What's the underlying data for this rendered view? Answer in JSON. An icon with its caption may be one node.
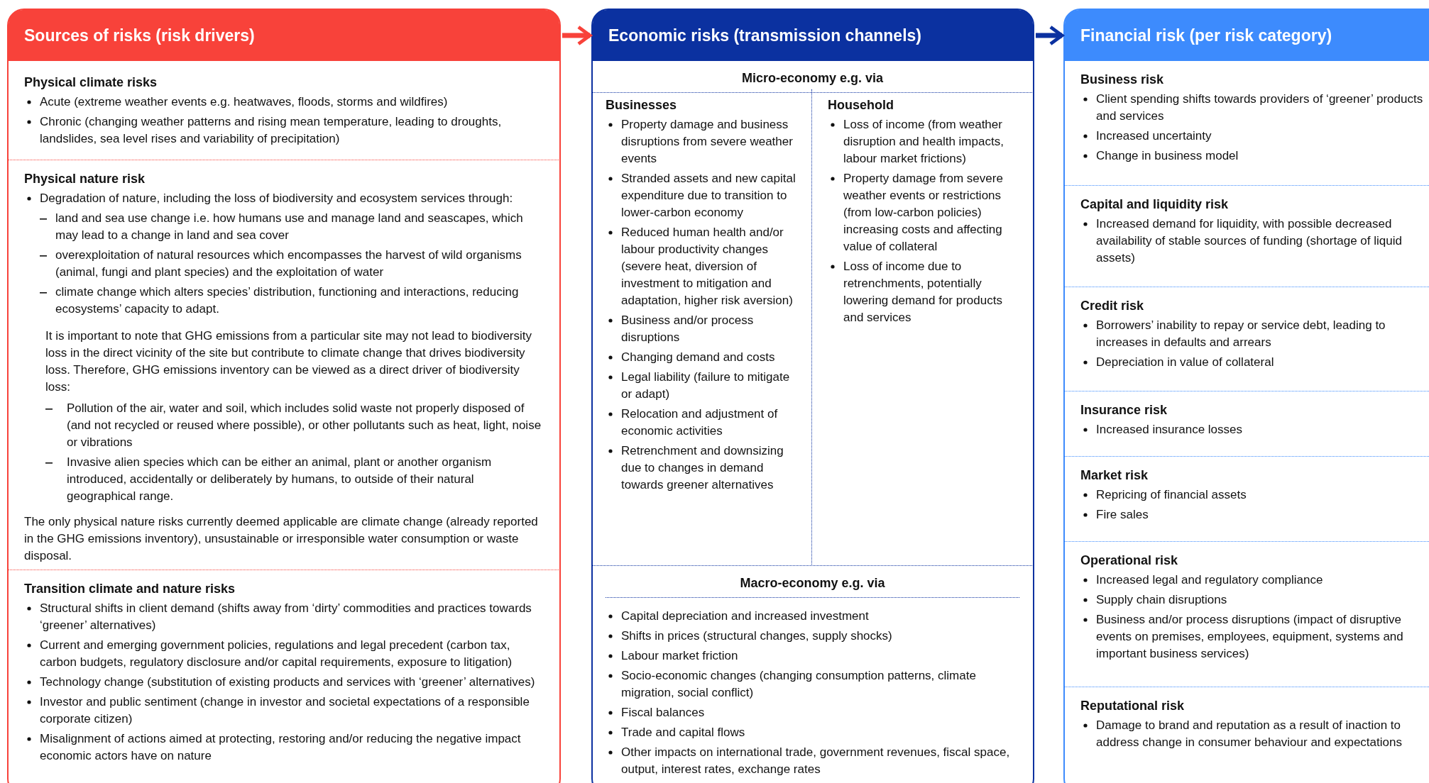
{
  "diagram": {
    "nodes": [
      {
        "text": [
          "Sources of risks (risk drivers)"
        ]
      },
      {
        "text": [
          "Physical climate risks",
          "Acute (extreme weather events e.g. heatwaves, floods, storms and wildfires)",
          "Chronic (changing weather patterns and rising mean temperature, leading to droughts, landslides, sea level rises and variability of precipitation)"
        ],
        "in": 0
      },
      {
        "text": [
          "Physical nature risk",
          "Degradation of nature, including the loss of biodiversity and ecosystem services through:",
          "land and sea use change i.e. how humans use and manage land and seascapes, which may lead to a change in land and sea cover",
          "overexploitation of natural resources which encompasses the harvest of wild organisms (animal, fungi and plant species) and the exploitation of water",
          "climate change which alters species’ distribution, functioning and interactions, reducing ecosystems’ capacity to adapt.",
          "It is important to note that GHG emissions from a particular site may not lead to biodiversity loss in the direct vicinity of the site but contribute to climate change that drives biodiversity loss. Therefore, GHG emissions inventory can be viewed as a direct driver of biodiversity loss:",
          "Pollution of the air, water and soil, which includes solid waste not properly disposed of (and not recycled or reused where possible), or other pollutants such as heat, light, noise or vibrations",
          "Invasive alien species which can be either an animal, plant or another organism introduced, accidentally or deliberately by humans, to outside of their natural geographical range.",
          "The only physical nature risks currently deemed applicable are climate change (already reported in the GHG emissions inventory), unsustainable or irresponsible water consumption or waste disposal."
        ],
        "in": 0
      },
      {
        "text": [
          "Transition climate and nature risks",
          "Structural shifts in client demand (shifts away from ‘dirty’ commodities and practices towards ‘greener’ alternatives)",
          "Current and emerging government policies, regulations and legal precedent (carbon tax, carbon budgets, regulatory disclosure and/or capital requirements, exposure to litigation)",
          "Technology change (substitution of existing products and services with ‘greener’ alternatives)",
          "Investor and public sentiment (change in investor and societal expectations of a responsible corporate citizen)",
          "Misalignment of actions aimed at protecting, restoring and/or reducing the negative impact economic actors have on nature"
        ],
        "in": 0
      },
      {
        "text": [
          "Economic risks (transmission channels)"
        ]
      },
      {
        "text": [
          "Micro-economy e.g. via"
        ],
        "in": 4
      },
      {
        "text": [
          "Businesses",
          "Property damage and business disruptions from severe weather events",
          "Stranded assets and new capital expenditure due to transition to lower-carbon economy",
          "Reduced human health and/or labour productivity changes (severe heat, diversion of investment to mitigation and adaptation, higher risk aversion)",
          "Business and/or process disruptions",
          "Changing demand and costs",
          "Legal liability (failure to mitigate or adapt)",
          "Relocation and adjustment of economic activities",
          "Retrenchment and downsizing due to changes in demand towards greener alternatives"
        ],
        "in": 5
      },
      {
        "text": [
          "Household",
          "Loss of income (from weather disruption and health impacts, labour market frictions)",
          "Property damage from severe weather events or restrictions (from low-carbon policies) increasing costs and affecting value of collateral",
          "Loss of income due to retrenchments, potentially lowering demand for products and services"
        ],
        "in": 5
      },
      {
        "text": [
          "Macro-economy e.g. via",
          "Capital depreciation and increased investment",
          "Shifts in prices (structural changes, supply shocks)",
          "Labour market friction",
          "Socio-economic changes (changing consumption patterns, climate migration, social conflict)",
          "Fiscal balances",
          "Trade and capital flows",
          "Other impacts on international trade, government revenues, fiscal space, output, interest rates, exchange rates"
        ],
        "in": 4
      },
      {
        "text": [
          "Financial risk (per risk category)"
        ]
      },
      {
        "text": [
          "Business risk",
          "Client spending shifts towards providers of ‘greener’ products and services",
          "Increased uncertainty",
          "Change in business model"
        ],
        "in": 9
      },
      {
        "text": [
          "Capital and liquidity risk",
          "Increased demand for liquidity, with possible decreased availability of stable sources of funding (shortage of liquid assets)"
        ],
        "in": 9
      },
      {
        "text": [
          "Credit risk",
          "Borrowers’ inability to repay or service debt, leading to increases in defaults and arrears",
          "Depreciation in value of collateral"
        ],
        "in": 9
      },
      {
        "text": [
          "Insurance risk",
          "Increased insurance losses"
        ],
        "in": 9
      },
      {
        "text": [
          "Market risk",
          "Repricing of financial assets",
          "Fire sales"
        ],
        "in": 9
      },
      {
        "text": [
          "Operational risk",
          "Increased legal and regulatory compliance",
          "Supply chain disruptions",
          "Business and/or process disruptions (impact of disruptive events on premises, employees, equipment, systems and important business services)"
        ],
        "in": 9
      },
      {
        "text": [
          "Reputational risk",
          "Damage to brand and reputation as a result of inaction to address change in consumer behaviour and expectations"
        ],
        "in": 9
      }
    ],
    "edges": [
      {
        "from": 0,
        "to": 4,
        "arrow": "to",
        "color": "#f8423a"
      },
      {
        "from": 4,
        "to": 9,
        "arrow": "to",
        "color": "#0b31a0"
      }
    ]
  }
}
